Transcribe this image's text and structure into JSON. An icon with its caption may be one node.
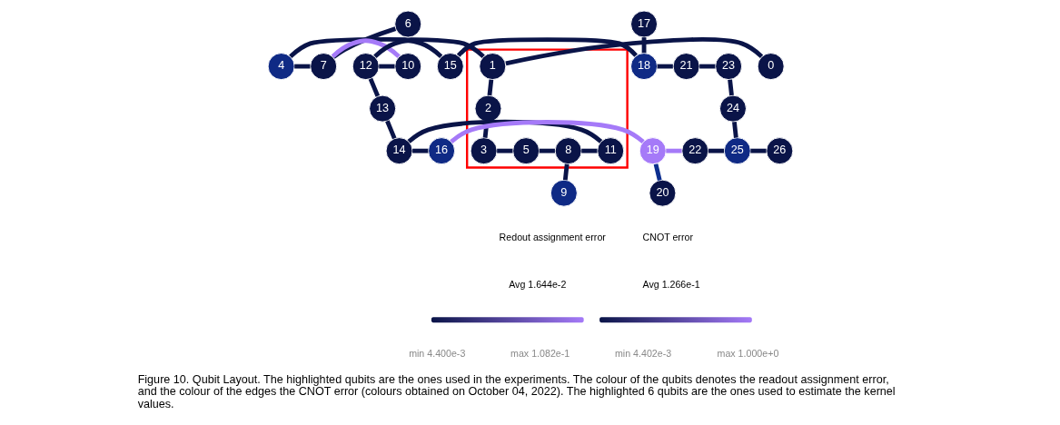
{
  "diagram": {
    "caption": "Figure 10. Qubit Layout. The highlighted qubits are the ones used in the experiments. The colour of the qubits denotes the readout assignment error, and the colour of the edges the CNOT error (colours obtained on October 04, 2022). The highlighted 6 qubits are the ones used to estimate the kernel values.",
    "nodes": [
      {
        "text": [],
        "shape": "box"
      },
      {
        "text": [
          "0"
        ]
      },
      {
        "text": [
          "1"
        ],
        "in": 0
      },
      {
        "text": [
          "2"
        ],
        "in": 0
      },
      {
        "text": [
          "3"
        ],
        "in": 0
      },
      {
        "text": [
          "4"
        ]
      },
      {
        "text": [
          "5"
        ],
        "in": 0
      },
      {
        "text": [
          "6"
        ]
      },
      {
        "text": [
          "7"
        ]
      },
      {
        "text": [
          "8"
        ],
        "in": 0
      },
      {
        "text": [
          "9"
        ]
      },
      {
        "text": [
          "10"
        ]
      },
      {
        "text": [
          "11"
        ],
        "in": 0
      },
      {
        "text": [
          "12"
        ]
      },
      {
        "text": [
          "13"
        ]
      },
      {
        "text": [
          "14"
        ]
      },
      {
        "text": [
          "15"
        ]
      },
      {
        "text": [
          "16"
        ]
      },
      {
        "text": [
          "17"
        ]
      },
      {
        "text": [
          "18"
        ]
      },
      {
        "text": [
          "19"
        ]
      },
      {
        "text": [
          "20"
        ]
      },
      {
        "text": [
          "21"
        ]
      },
      {
        "text": [
          "22"
        ]
      },
      {
        "text": [
          "23"
        ]
      },
      {
        "text": [
          "24"
        ]
      },
      {
        "text": [
          "25"
        ]
      },
      {
        "text": [
          "26"
        ]
      }
    ],
    "edges": [
      {
        "from": 1,
        "to": 2,
        "arrow": "none"
      },
      {
        "from": 2,
        "to": 5,
        "arrow": "none"
      },
      {
        "from": 5,
        "to": 8,
        "arrow": "none"
      },
      {
        "from": 7,
        "to": 8,
        "arrow": "none"
      },
      {
        "from": 8,
        "to": 11,
        "arrow": "none",
        "color": "#a57af8"
      },
      {
        "from": 11,
        "to": 13,
        "arrow": "none"
      },
      {
        "from": 13,
        "to": 16,
        "arrow": "none"
      },
      {
        "from": 16,
        "to": 19,
        "arrow": "none"
      },
      {
        "from": 18,
        "to": 19,
        "arrow": "none"
      },
      {
        "from": 19,
        "to": 22,
        "arrow": "none"
      },
      {
        "from": 22,
        "to": 24,
        "arrow": "none"
      },
      {
        "from": 2,
        "to": 3,
        "arrow": "none"
      },
      {
        "from": 13,
        "to": 14,
        "arrow": "none"
      },
      {
        "from": 24,
        "to": 25,
        "arrow": "none"
      },
      {
        "from": 3,
        "to": 4,
        "arrow": "none"
      },
      {
        "from": 14,
        "to": 15,
        "arrow": "none"
      },
      {
        "from": 25,
        "to": 26,
        "arrow": "none"
      },
      {
        "from": 4,
        "to": 6,
        "arrow": "none"
      },
      {
        "from": 6,
        "to": 9,
        "arrow": "none"
      },
      {
        "from": 9,
        "to": 12,
        "arrow": "none"
      },
      {
        "from": 12,
        "to": 15,
        "arrow": "none"
      },
      {
        "from": 15,
        "to": 17,
        "arrow": "none"
      },
      {
        "from": 17,
        "to": 20,
        "arrow": "none",
        "color": "#a57af8"
      },
      {
        "from": 20,
        "to": 23,
        "arrow": "none",
        "color": "#a57af8"
      },
      {
        "from": 23,
        "to": 26,
        "arrow": "none"
      },
      {
        "from": 26,
        "to": 27,
        "arrow": "none"
      },
      {
        "from": 9,
        "to": 10,
        "arrow": "none"
      },
      {
        "from": 20,
        "to": 21,
        "arrow": "none",
        "color": "#0d2f8f"
      }
    ],
    "labels": [
      "Redout assignment error",
      "CNOT error",
      "Avg 1.644e-2",
      "Avg 1.266e-1",
      "min 4.400e-3",
      "max 1.082e-1",
      "min 4.402e-3",
      "max 1.000e+0"
    ]
  }
}
